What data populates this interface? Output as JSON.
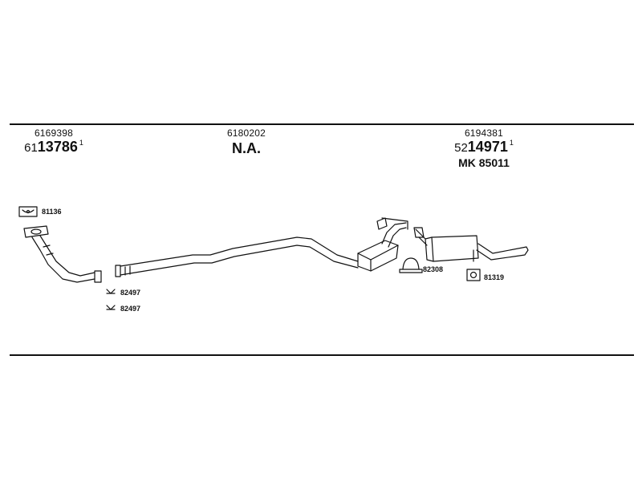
{
  "sections": [
    {
      "id": "front",
      "part_number": "6169398",
      "order_prefix": "61",
      "order_number": "13786",
      "order_suffix": "1"
    },
    {
      "id": "middle",
      "part_number": "6180202",
      "order_text": "N.A."
    },
    {
      "id": "rear",
      "part_number": "6194381",
      "order_prefix": "52",
      "order_number": "14971",
      "order_suffix": "1",
      "mk_label": "MK",
      "mk_number": "85011"
    }
  ],
  "part_labels": {
    "gasket_front": "81136",
    "clamp_1": "82497",
    "clamp_2": "82497",
    "rear_clamp": "82308",
    "rubber_mount": "81319"
  },
  "colors": {
    "line": "#111111",
    "background": "#ffffff"
  }
}
